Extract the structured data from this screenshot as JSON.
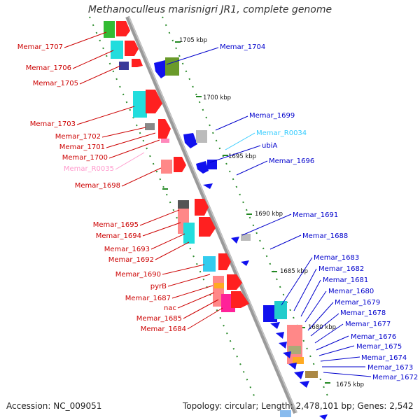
{
  "title": "Methanoculleus marisnigri JR1, complete genome",
  "footer": {
    "accession": "Accession: NC_009051",
    "summary": "Topology: circular; Length: 2,478,101 bp; Genes: 2,542"
  },
  "colors": {
    "left_label": "#cc0000",
    "right_label": "#0000cc",
    "rna_label_light": "#ff99cc",
    "rna_label_cyan": "#33ccff",
    "ruler": "#808080",
    "tick_green": "#228822"
  },
  "scale_labels": [
    "1705 kbp",
    "1700 kbp",
    "1695 kbp",
    "1690 kbp",
    "1685 kbp",
    "1680 kbp",
    "1675 kbp"
  ],
  "left_genes": [
    "Memar_1707",
    "Memar_1706",
    "Memar_1705",
    "Memar_1703",
    "Memar_1702",
    "Memar_1701",
    "Memar_1700",
    "Memar_R0035",
    "Memar_1698",
    "Memar_1695",
    "Memar_1694",
    "Memar_1693",
    "Memar_1692",
    "Memar_1690",
    "pyrB",
    "Memar_1687",
    "nac",
    "Memar_1685",
    "Memar_1684"
  ],
  "right_genes": [
    "Memar_1704",
    "Memar_1699",
    "Memar_R0034",
    "ubiA",
    "Memar_1696",
    "Memar_1691",
    "Memar_1688",
    "Memar_1683",
    "Memar_1682",
    "Memar_1681",
    "Memar_1680",
    "Memar_1679",
    "Memar_1678",
    "Memar_1677",
    "Memar_1676",
    "Memar_1675",
    "Memar_1674",
    "Memar_1673",
    "Memar_1672"
  ]
}
